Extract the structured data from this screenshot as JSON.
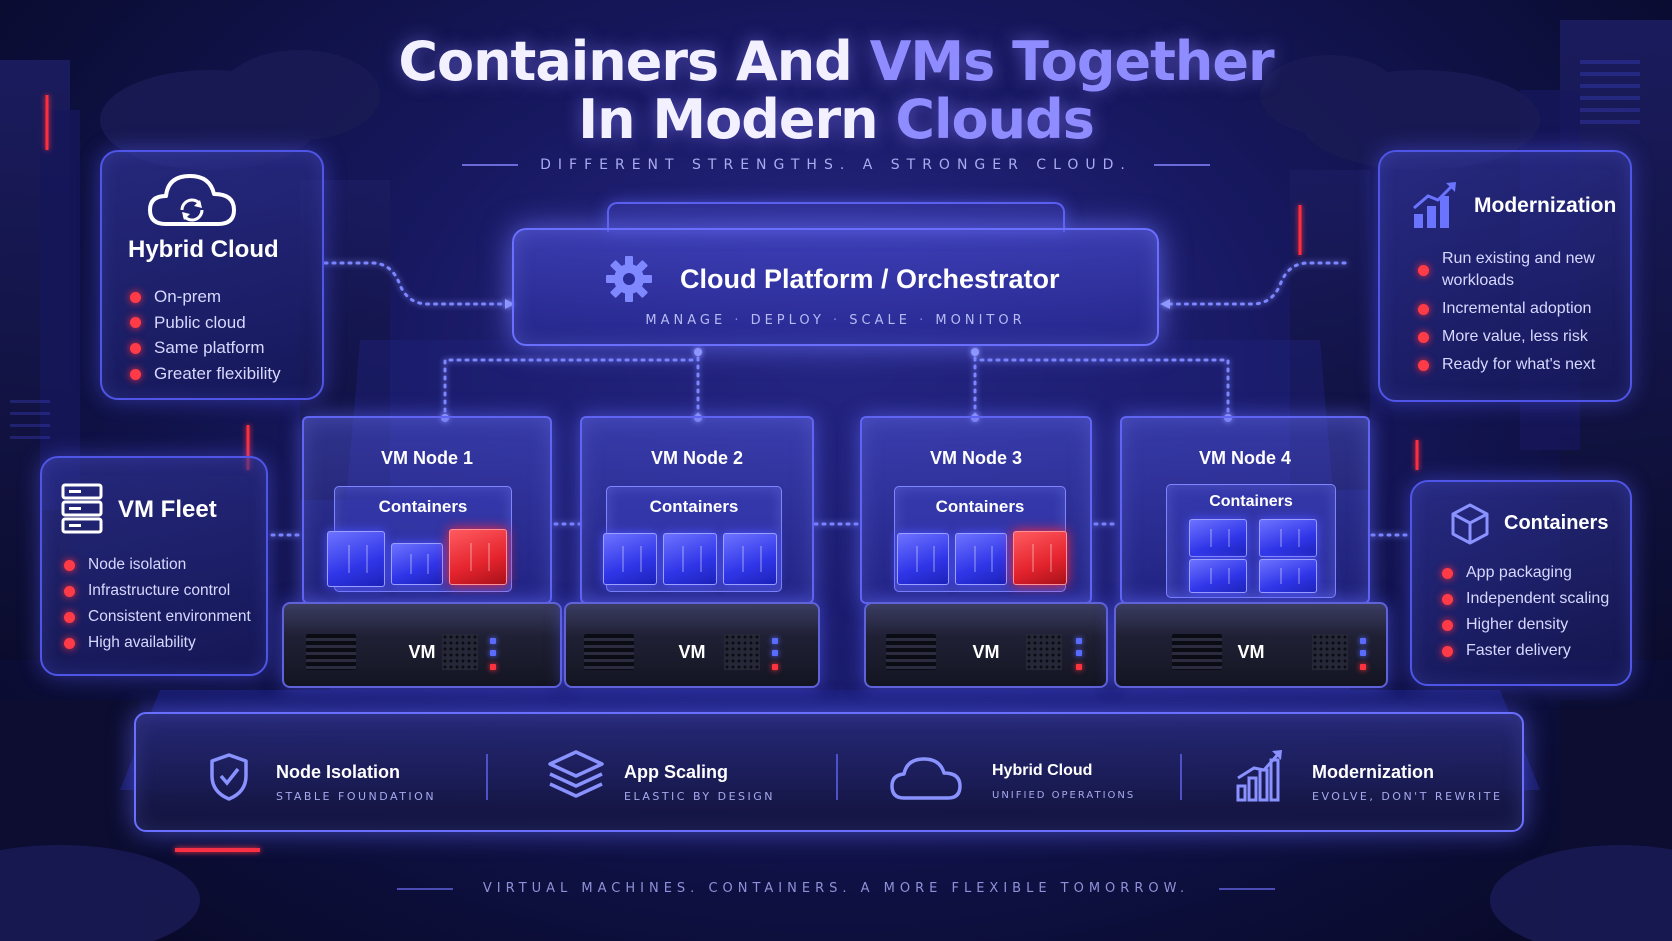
{
  "title": {
    "line1_part1": "Containers And ",
    "line1_accent": "VMs Together",
    "line2_part1": "In Modern ",
    "line2_accent": "Clouds"
  },
  "tagline": "DIFFERENT STRENGTHS. A STRONGER CLOUD.",
  "orchestrator": {
    "title": "Cloud Platform / Orchestrator",
    "actions": [
      "MANAGE",
      "DEPLOY",
      "SCALE",
      "MONITOR"
    ],
    "icon": "gear-icon"
  },
  "panels": {
    "hybrid_cloud": {
      "title": "Hybrid Cloud",
      "icon": "cloud-sync-icon",
      "items": [
        "On-prem",
        "Public cloud",
        "Same platform",
        "Greater flexibility"
      ]
    },
    "vm_fleet": {
      "title": "VM Fleet",
      "icon": "server-stack-icon",
      "items": [
        "Node isolation",
        "Infrastructure control",
        "Consistent environment",
        "High availability"
      ]
    },
    "modernization": {
      "title": "Modernization",
      "icon": "growth-chart-icon",
      "items": [
        "Run existing and new workloads",
        "Incremental adoption",
        "More value, less risk",
        "Ready for what's next"
      ]
    },
    "containers": {
      "title": "Containers",
      "icon": "cube-icon",
      "items": [
        "App packaging",
        "Independent scaling",
        "Higher density",
        "Faster delivery"
      ]
    }
  },
  "nodes": [
    {
      "title": "VM Node 1",
      "containers_label": "Containers",
      "server_label": "VM",
      "cubes": [
        "blue",
        "blue",
        "red"
      ]
    },
    {
      "title": "VM Node 2",
      "containers_label": "Containers",
      "server_label": "VM",
      "cubes": [
        "blue",
        "blue",
        "blue"
      ]
    },
    {
      "title": "VM Node 3",
      "containers_label": "Containers",
      "server_label": "VM",
      "cubes": [
        "blue",
        "blue",
        "red"
      ]
    },
    {
      "title": "VM Node 4",
      "containers_label": "Containers",
      "server_label": "VM",
      "cubes": [
        "blue",
        "blue",
        "blue",
        "blue"
      ]
    }
  ],
  "features": [
    {
      "title": "Node Isolation",
      "subtitle": "STABLE FOUNDATION",
      "icon": "shield-check-icon"
    },
    {
      "title": "App Scaling",
      "subtitle": "ELASTIC BY DESIGN",
      "icon": "layers-icon"
    },
    {
      "title": "Hybrid Cloud",
      "subtitle": "UNIFIED OPERATIONS",
      "icon": "cloud-icon"
    },
    {
      "title": "Modernization",
      "subtitle": "EVOLVE, DON'T REWRITE",
      "icon": "bar-growth-icon"
    }
  ],
  "footer": "VIRTUAL MACHINES. CONTAINERS. A MORE FLEXIBLE TOMORROW.",
  "colors": {
    "background": "#0d0f3d",
    "accent": "#8f8cff",
    "panel_border": "#4f55e6",
    "bullet": "#ff3b47",
    "container_blue": "#3036e8",
    "container_red": "#e4232d"
  }
}
